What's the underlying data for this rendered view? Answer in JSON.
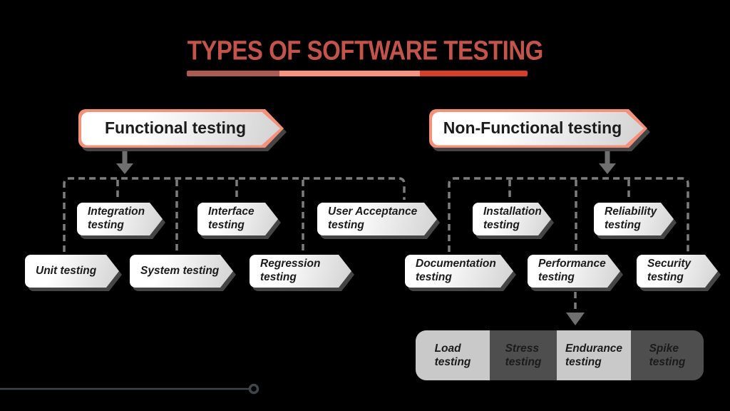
{
  "title": {
    "text": "TYPES OF SOFTWARE TESTING",
    "color": "#c3544c",
    "underline_segments": [
      "#ac5a53",
      "#f7927d",
      "#d6402a"
    ]
  },
  "styles": {
    "background": "#000000",
    "pennant_border": "#f5917b",
    "connector_gray": "#7d7d7d",
    "arrow_gray": "#6f6f6f",
    "baseline_color": "#3d464d",
    "subtype_light": "#c9c9c9",
    "subtype_dark": "#4e4e4e"
  },
  "branches": [
    {
      "label": "Functional testing",
      "children": [
        {
          "label": "Integration\ntesting"
        },
        {
          "label": "Interface\ntesting"
        },
        {
          "label": "User Acceptance\ntesting"
        },
        {
          "label": "Unit testing"
        },
        {
          "label": "System testing"
        },
        {
          "label": "Regression\ntesting"
        }
      ]
    },
    {
      "label": "Non-Functional testing",
      "children": [
        {
          "label": "Installation\ntesting"
        },
        {
          "label": "Reliability\ntesting"
        },
        {
          "label": "Documentation\ntesting"
        },
        {
          "label": "Performance\ntesting"
        },
        {
          "label": "Security\ntesting"
        }
      ]
    }
  ],
  "performance_subtypes": [
    {
      "label": "Load\ntesting",
      "tone": "light"
    },
    {
      "label": "Stress\ntesting",
      "tone": "dark"
    },
    {
      "label": "Endurance\ntesting",
      "tone": "light"
    },
    {
      "label": "Spike\ntesting",
      "tone": "dark"
    }
  ]
}
